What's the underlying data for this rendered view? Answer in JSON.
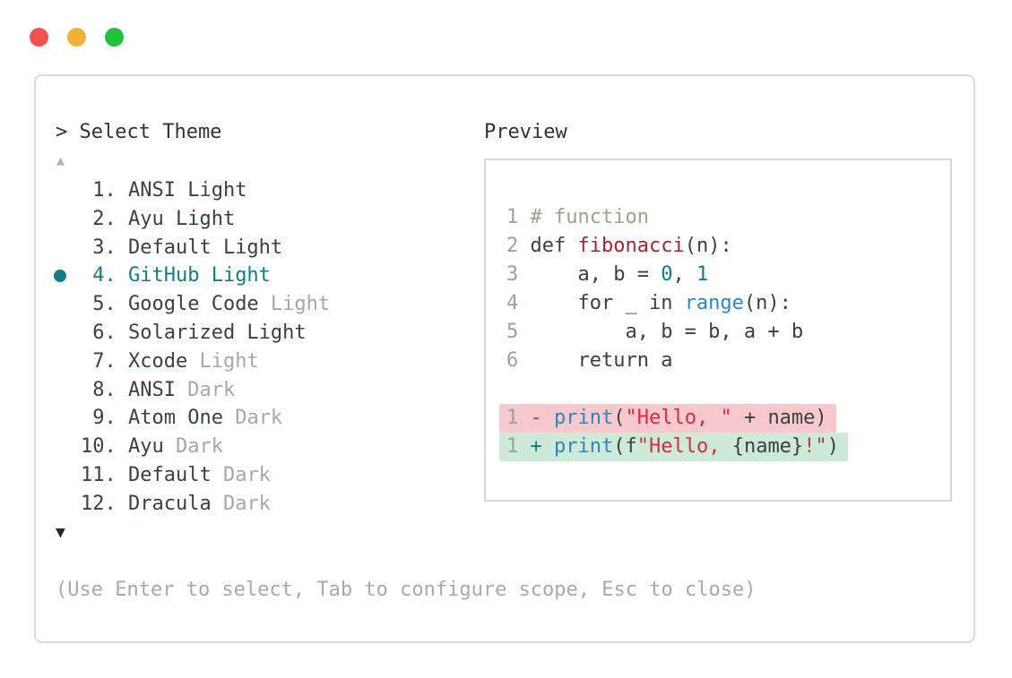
{
  "window_controls": {
    "buttons": [
      {
        "name": "close",
        "color": "#f2544d"
      },
      {
        "name": "minimize",
        "color": "#f2b035"
      },
      {
        "name": "zoom",
        "color": "#20c13d"
      }
    ]
  },
  "theme_picker": {
    "title": "> Select Theme",
    "scroll_up_icon": "▲",
    "scroll_down_icon": "▼",
    "items": [
      {
        "number": " 1.",
        "name": "ANSI Light",
        "suffix": "",
        "selected": false
      },
      {
        "number": " 2.",
        "name": "Ayu Light",
        "suffix": "",
        "selected": false
      },
      {
        "number": " 3.",
        "name": "Default Light",
        "suffix": "",
        "selected": false
      },
      {
        "number": " 4.",
        "name": "GitHub Light",
        "suffix": "",
        "selected": true
      },
      {
        "number": " 5.",
        "name": "Google Code",
        "suffix": " Light",
        "selected": false
      },
      {
        "number": " 6.",
        "name": "Solarized Light",
        "suffix": "",
        "selected": false
      },
      {
        "number": " 7.",
        "name": "Xcode",
        "suffix": " Light",
        "selected": false
      },
      {
        "number": " 8.",
        "name": "ANSI",
        "suffix": " Dark",
        "selected": false
      },
      {
        "number": " 9.",
        "name": "Atom One",
        "suffix": " Dark",
        "selected": false
      },
      {
        "number": "10.",
        "name": "Ayu",
        "suffix": " Dark",
        "selected": false
      },
      {
        "number": "11.",
        "name": "Default",
        "suffix": " Dark",
        "selected": false
      },
      {
        "number": "12.",
        "name": "Dracula",
        "suffix": " Dark",
        "selected": false
      }
    ],
    "footer_hint": "(Use Enter to select, Tab to configure scope, Esc to close)"
  },
  "preview": {
    "title": "Preview",
    "code_lines": [
      {
        "hl": "",
        "tokens": [
          [
            "1 ",
            "ln"
          ],
          [
            "# function",
            "cm"
          ]
        ]
      },
      {
        "hl": "",
        "tokens": [
          [
            "2 ",
            "ln"
          ],
          [
            "def ",
            "df"
          ],
          [
            "fibonacci",
            "fn"
          ],
          [
            "(n):",
            "df"
          ]
        ]
      },
      {
        "hl": "",
        "tokens": [
          [
            "3 ",
            "ln"
          ],
          [
            "    a, b = ",
            "df"
          ],
          [
            "0",
            "nm"
          ],
          [
            ", ",
            "df"
          ],
          [
            "1",
            "nm"
          ]
        ]
      },
      {
        "hl": "",
        "tokens": [
          [
            "4 ",
            "ln"
          ],
          [
            "    for _ in ",
            "df"
          ],
          [
            "range",
            "bi"
          ],
          [
            "(n):",
            "df"
          ]
        ]
      },
      {
        "hl": "",
        "tokens": [
          [
            "5 ",
            "ln"
          ],
          [
            "        a, b = b, a + b",
            "df"
          ]
        ]
      },
      {
        "hl": "",
        "tokens": [
          [
            "6 ",
            "ln"
          ],
          [
            "    return a",
            "df"
          ]
        ]
      },
      {
        "hl": "",
        "tokens": []
      },
      {
        "hl": "del",
        "tokens": [
          [
            "1 ",
            "ln"
          ],
          [
            "- ",
            "mi"
          ],
          [
            "print",
            "bi"
          ],
          [
            "(",
            "df"
          ],
          [
            "\"Hello, \"",
            "st"
          ],
          [
            " + name)",
            "df"
          ]
        ]
      },
      {
        "hl": "add",
        "tokens": [
          [
            "1 ",
            "ln"
          ],
          [
            "+ ",
            "pl"
          ],
          [
            "print",
            "bi"
          ],
          [
            "(f",
            "df"
          ],
          [
            "\"Hello, ",
            "st"
          ],
          [
            "{name}",
            "df"
          ],
          [
            "!\"",
            "st"
          ],
          [
            ")",
            "df"
          ]
        ]
      }
    ]
  },
  "colors": {
    "accent_teal": "#117e84",
    "text_dark": "#3b4045",
    "text_muted": "#a5a8ab",
    "line_number_gray": "#9da0a3",
    "comment_green_gray": "#9aa38c",
    "function_red": "#a8232e",
    "builtin_blue": "#2e86c1",
    "number_teal": "#0f7c86",
    "string_crimson": "#d62c47",
    "diff_delete_bg": "#f8c9cc",
    "diff_add_bg": "#cde9d8",
    "window_border": "#dcdcdc",
    "traffic_red": "#f2544d",
    "traffic_yellow": "#f2b035",
    "traffic_green": "#20c13d"
  }
}
